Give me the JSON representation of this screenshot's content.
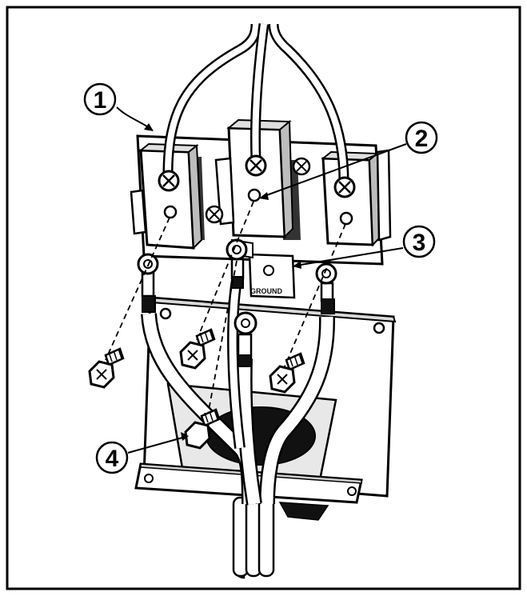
{
  "diagram": {
    "callouts": [
      {
        "id": "1",
        "label": "1"
      },
      {
        "id": "2",
        "label": "2"
      },
      {
        "id": "3",
        "label": "3"
      },
      {
        "id": "4",
        "label": "4"
      }
    ],
    "plate_label": "GROUND",
    "colors": {
      "line": "#000000",
      "fill": "#ffffff",
      "shade": "#d9d9d9",
      "dark": "#1a1a1a"
    }
  }
}
